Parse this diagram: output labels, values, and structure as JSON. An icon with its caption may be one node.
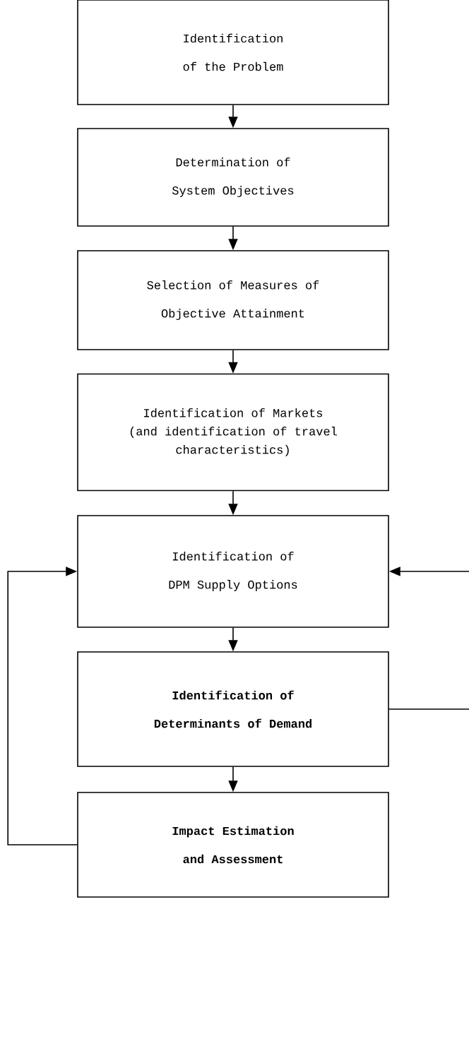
{
  "diagram": {
    "nodes": [
      {
        "text": [
          "Identification of the Problem"
        ]
      },
      {
        "text": [
          "Determination of System Objectives"
        ]
      },
      {
        "text": [
          "Selection of Measures of Objective Attainment"
        ]
      },
      {
        "text": [
          "Identification of Markets",
          "(and identification of travel characteristics)"
        ]
      },
      {
        "text": [
          "Identification of DPM Supply Options"
        ]
      },
      {
        "text": [
          "Identification of Determinants of Demand"
        ]
      },
      {
        "text": [
          "Impact Estimation and Assessment"
        ]
      }
    ],
    "edges": [
      {
        "from": 0,
        "to": 1,
        "arrow": "to"
      },
      {
        "from": 1,
        "to": 2,
        "arrow": "to"
      },
      {
        "from": 2,
        "to": 3,
        "arrow": "to"
      },
      {
        "from": 3,
        "to": 4,
        "arrow": "to"
      },
      {
        "from": 4,
        "to": 5,
        "arrow": "to"
      },
      {
        "from": 5,
        "to": 6,
        "arrow": "to"
      },
      {
        "from": 6,
        "to": 4,
        "arrow": "to"
      },
      {
        "from": 5,
        "to": 4,
        "arrow": "to"
      }
    ]
  }
}
